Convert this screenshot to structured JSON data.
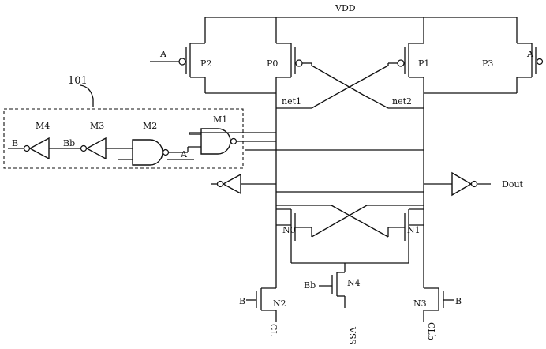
{
  "labels": {
    "vdd": "VDD",
    "vss": "VSS",
    "block": "101",
    "p0": "P0",
    "p1": "P1",
    "p2": "P2",
    "p3": "P3",
    "n0": "N0",
    "n1": "N1",
    "n2": "N2",
    "n3": "N3",
    "n4": "N4",
    "m1": "M1",
    "m2": "M2",
    "m3": "M3",
    "m4": "M4",
    "net1": "net1",
    "net2": "net2",
    "a": "A",
    "b": "B",
    "bb": "Bb",
    "cl": "CL",
    "clb": "CLb",
    "dout": "Dout"
  }
}
